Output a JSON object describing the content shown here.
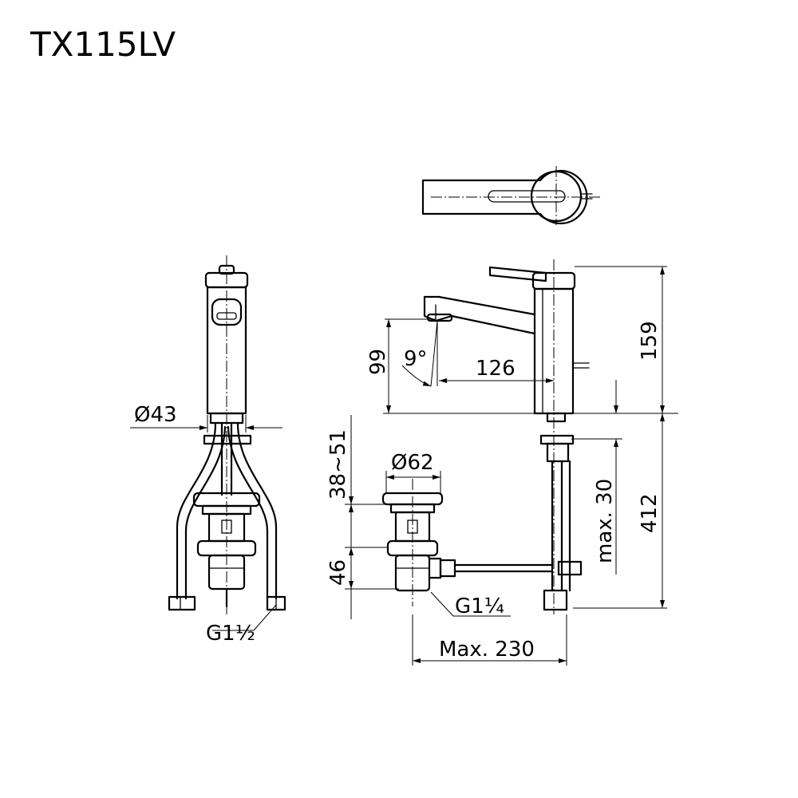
{
  "title": "TX115LV",
  "dimensions": {
    "body_diameter": "Ø43",
    "connection_left": "G1½",
    "drain_diameter": "Ø62",
    "counter_thickness": "38~51",
    "drain_height": "46",
    "spout_height": "99",
    "angle": "9°",
    "spout_reach": "126",
    "height": "159",
    "max_below": "max. 30",
    "total_below": "412",
    "drain_connection": "G1¼",
    "max_width": "Max. 230"
  }
}
